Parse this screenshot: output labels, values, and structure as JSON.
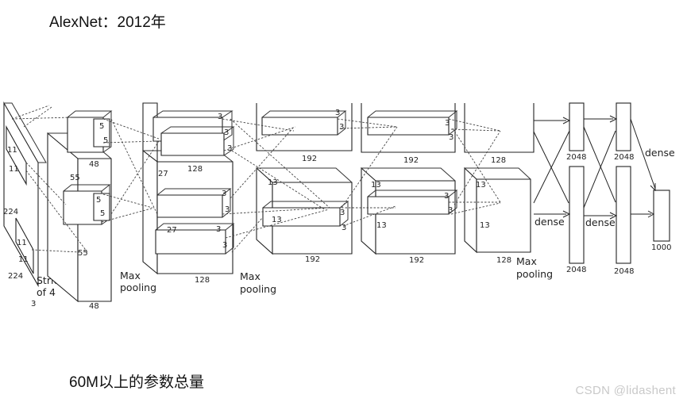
{
  "header": {
    "title": "AlexNet：2012年"
  },
  "footer": {
    "params_text": "60M以上的参数总量",
    "watermark": "CSDN @lidashent"
  },
  "diagram": {
    "input": {
      "size": "224",
      "size_b": "224",
      "channels": "3",
      "kernel": "11",
      "stride_line1": "Stride",
      "stride_line2": "of 4"
    },
    "conv1": {
      "kernel": "5",
      "depth": "48",
      "size": "55"
    },
    "conv2": {
      "kernel": "3",
      "depth": "128",
      "size": "27",
      "pool_line1": "Max",
      "pool_line2": "pooling"
    },
    "conv3": {
      "kernel": "3",
      "depth": "192",
      "size": "13",
      "pool_line1": "Max",
      "pool_line2": "pooling"
    },
    "conv4": {
      "kernel": "3",
      "depth": "192",
      "size": "13"
    },
    "conv5": {
      "depth": "128",
      "size": "13",
      "pool_line1": "Max",
      "pool_line2": "pooling"
    },
    "dense": {
      "label": "dense",
      "units_hidden": "2048",
      "units_out": "1000"
    }
  }
}
